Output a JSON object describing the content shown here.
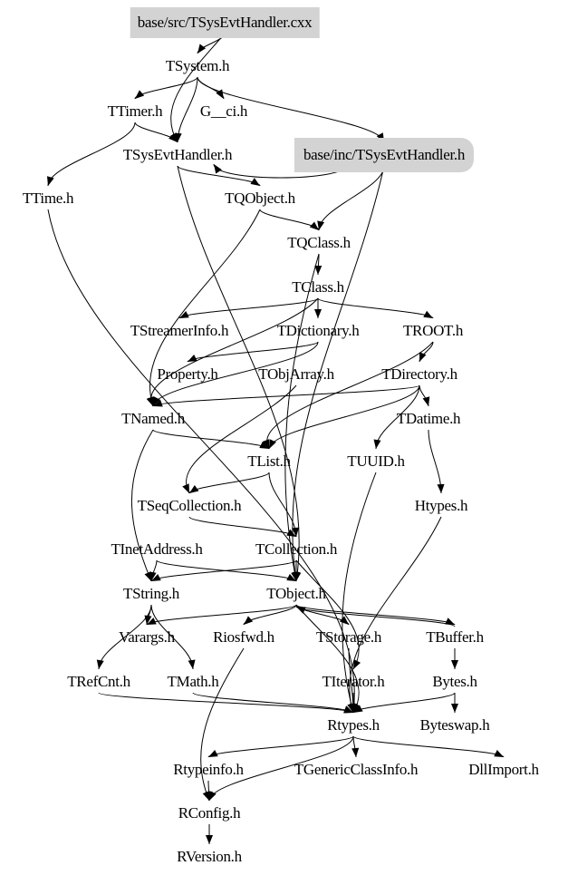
{
  "graph": {
    "title": "base/src/TSysEvtHandler.cxx include dependency graph",
    "colors": {
      "highlight_fill": "#d3d3d3",
      "edge": "#000000",
      "background": "#ffffff"
    },
    "nodes": [
      {
        "id": "root",
        "label": "base/src/TSysEvtHandler.cxx",
        "style": "root"
      },
      {
        "id": "TSystem",
        "label": "TSystem.h"
      },
      {
        "id": "TTimer",
        "label": "TTimer.h"
      },
      {
        "id": "Gci",
        "label": "G__ci.h"
      },
      {
        "id": "TSysEvtHandler",
        "label": "TSysEvtHandler.h"
      },
      {
        "id": "incTSysEvtHandler",
        "label": "base/inc/TSysEvtHandler.h",
        "style": "hl"
      },
      {
        "id": "TTime",
        "label": "TTime.h"
      },
      {
        "id": "TQObject",
        "label": "TQObject.h"
      },
      {
        "id": "TQClass",
        "label": "TQClass.h"
      },
      {
        "id": "TClass",
        "label": "TClass.h"
      },
      {
        "id": "TStreamerInfo",
        "label": "TStreamerInfo.h"
      },
      {
        "id": "TDictionary",
        "label": "TDictionary.h"
      },
      {
        "id": "TROOT",
        "label": "TROOT.h"
      },
      {
        "id": "Property",
        "label": "Property.h"
      },
      {
        "id": "TObjArray",
        "label": "TObjArray.h"
      },
      {
        "id": "TDirectory",
        "label": "TDirectory.h"
      },
      {
        "id": "TNamed",
        "label": "TNamed.h"
      },
      {
        "id": "TDatime",
        "label": "TDatime.h"
      },
      {
        "id": "TList",
        "label": "TList.h"
      },
      {
        "id": "TUUID",
        "label": "TUUID.h"
      },
      {
        "id": "TSeqCollection",
        "label": "TSeqCollection.h"
      },
      {
        "id": "Htypes",
        "label": "Htypes.h"
      },
      {
        "id": "TInetAddress",
        "label": "TInetAddress.h"
      },
      {
        "id": "TCollection",
        "label": "TCollection.h"
      },
      {
        "id": "TString",
        "label": "TString.h"
      },
      {
        "id": "TObject",
        "label": "TObject.h"
      },
      {
        "id": "Varargs",
        "label": "Varargs.h"
      },
      {
        "id": "Riosfwd",
        "label": "Riosfwd.h"
      },
      {
        "id": "TStorage",
        "label": "TStorage.h"
      },
      {
        "id": "TBuffer",
        "label": "TBuffer.h"
      },
      {
        "id": "TRefCnt",
        "label": "TRefCnt.h"
      },
      {
        "id": "TMath",
        "label": "TMath.h"
      },
      {
        "id": "TIterator",
        "label": "TIterator.h"
      },
      {
        "id": "Bytes",
        "label": "Bytes.h"
      },
      {
        "id": "Rtypes",
        "label": "Rtypes.h"
      },
      {
        "id": "Byteswap",
        "label": "Byteswap.h"
      },
      {
        "id": "Rtypeinfo",
        "label": "Rtypeinfo.h"
      },
      {
        "id": "TGenericClassInfo",
        "label": "TGenericClassInfo.h"
      },
      {
        "id": "DllImport",
        "label": "DllImport.h"
      },
      {
        "id": "RConfig",
        "label": "RConfig.h"
      },
      {
        "id": "RVersion",
        "label": "RVersion.h"
      }
    ],
    "edges": [
      [
        "root",
        "TSystem"
      ],
      [
        "root",
        "TSysEvtHandler"
      ],
      [
        "TSystem",
        "TTimer"
      ],
      [
        "TSystem",
        "Gci"
      ],
      [
        "TSystem",
        "TSysEvtHandler"
      ],
      [
        "TSystem",
        "incTSysEvtHandler"
      ],
      [
        "TTimer",
        "TTime"
      ],
      [
        "TTimer",
        "TSysEvtHandler"
      ],
      [
        "TSysEvtHandler",
        "TQObject"
      ],
      [
        "TSysEvtHandler",
        "TObject"
      ],
      [
        "incTSysEvtHandler",
        "TSysEvtHandler"
      ],
      [
        "incTSysEvtHandler",
        "TQClass"
      ],
      [
        "incTSysEvtHandler",
        "TObject"
      ],
      [
        "TQObject",
        "TQClass"
      ],
      [
        "TQObject",
        "TNamed"
      ],
      [
        "TQClass",
        "TClass"
      ],
      [
        "TQClass",
        "TObject"
      ],
      [
        "TClass",
        "TStreamerInfo"
      ],
      [
        "TClass",
        "TDictionary"
      ],
      [
        "TClass",
        "TROOT"
      ],
      [
        "TClass",
        "TNamed"
      ],
      [
        "TDictionary",
        "Property"
      ],
      [
        "TDictionary",
        "TNamed"
      ],
      [
        "TROOT",
        "TDirectory"
      ],
      [
        "TROOT",
        "TList"
      ],
      [
        "TObjArray",
        "TSeqCollection"
      ],
      [
        "TDirectory",
        "TNamed"
      ],
      [
        "TDirectory",
        "TDatime"
      ],
      [
        "TDirectory",
        "TUUID"
      ],
      [
        "TDirectory",
        "TList"
      ],
      [
        "TDatime",
        "Htypes"
      ],
      [
        "TNamed",
        "TList"
      ],
      [
        "TNamed",
        "TString"
      ],
      [
        "TList",
        "TSeqCollection"
      ],
      [
        "TList",
        "TCollection"
      ],
      [
        "TSeqCollection",
        "TCollection"
      ],
      [
        "Htypes",
        "Rtypes"
      ],
      [
        "TUUID",
        "Rtypes"
      ],
      [
        "TInetAddress",
        "TString"
      ],
      [
        "TInetAddress",
        "TObject"
      ],
      [
        "TCollection",
        "TObject"
      ],
      [
        "TCollection",
        "TString"
      ],
      [
        "TCollection",
        "TIterator"
      ],
      [
        "TString",
        "Varargs"
      ],
      [
        "TString",
        "TRefCnt"
      ],
      [
        "TString",
        "TMath"
      ],
      [
        "TObject",
        "Riosfwd"
      ],
      [
        "TObject",
        "TStorage"
      ],
      [
        "TObject",
        "TBuffer"
      ],
      [
        "TObject",
        "Varargs"
      ],
      [
        "TObject",
        "Rtypes"
      ],
      [
        "TBuffer",
        "Bytes"
      ],
      [
        "TBuffer",
        "TObject"
      ],
      [
        "Bytes",
        "Byteswap"
      ],
      [
        "Bytes",
        "Rtypes"
      ],
      [
        "TRefCnt",
        "Rtypes"
      ],
      [
        "TMath",
        "Rtypes"
      ],
      [
        "TTime",
        "Rtypes"
      ],
      [
        "TIterator",
        "Rtypes"
      ],
      [
        "TStorage",
        "Rtypes"
      ],
      [
        "Riosfwd",
        "RConfig"
      ],
      [
        "Rtypes",
        "Rtypeinfo"
      ],
      [
        "Rtypes",
        "TGenericClassInfo"
      ],
      [
        "Rtypes",
        "DllImport"
      ],
      [
        "Rtypes",
        "RConfig"
      ],
      [
        "Rtypeinfo",
        "RConfig"
      ],
      [
        "RConfig",
        "RVersion"
      ]
    ]
  }
}
